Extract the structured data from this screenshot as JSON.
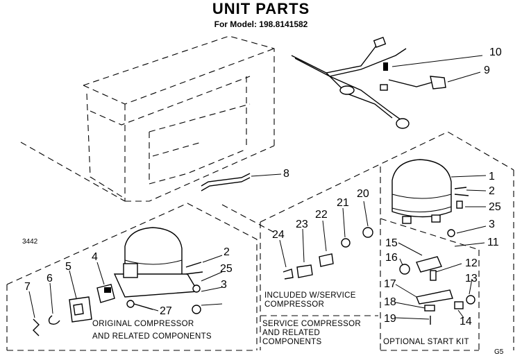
{
  "title": "UNIT PARTS",
  "subtitle": "For Model: 198.8141582",
  "diagram_code": "3442",
  "corner_code": "G5",
  "part_numbers": {
    "p10": "10",
    "p9": "9",
    "p8": "8",
    "p1": "1",
    "p2a": "2",
    "p25a": "25",
    "p3a": "3",
    "p11": "11",
    "p20": "20",
    "p21": "21",
    "p22": "22",
    "p23": "23",
    "p24": "24",
    "p15": "15",
    "p16": "16",
    "p12": "12",
    "p13": "13",
    "p17": "17",
    "p18": "18",
    "p14": "14",
    "p19": "19",
    "p2b": "2",
    "p25b": "25",
    "p3b": "3",
    "p27": "27",
    "p4": "4",
    "p5": "5",
    "p6": "6",
    "p7": "7"
  },
  "captions": {
    "original_line1": "ORIGINAL COMPRESSOR",
    "original_line2": "AND RELATED COMPONENTS",
    "included_line1": "INCLUDED W/SERVICE",
    "included_line2": "COMPRESSOR",
    "service_line1": "SERVICE COMPRESSOR",
    "service_line2": "AND RELATED",
    "service_line3": "COMPONENTS",
    "optional_start_kit": "OPTIONAL START KIT"
  }
}
